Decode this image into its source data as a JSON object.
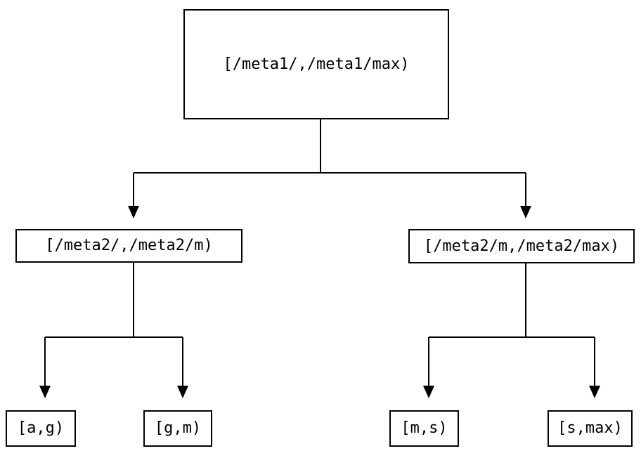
{
  "diagram": {
    "type": "tree",
    "description": "Binary partition tree of key ranges",
    "colors": {
      "background": "#ffffff",
      "line": "#000000",
      "text": "#000000"
    },
    "nodes": {
      "root": {
        "label": "[/meta1/,/meta1/max)"
      },
      "mid_left": {
        "label": "[/meta2/,/meta2/m)"
      },
      "mid_right": {
        "label": "[/meta2/m,/meta2/max)"
      },
      "leaf_ag": {
        "label": "[a,g)"
      },
      "leaf_gm": {
        "label": "[g,m)"
      },
      "leaf_ms": {
        "label": "[m,s)"
      },
      "leaf_smax": {
        "label": "[s,max)"
      }
    },
    "edges": [
      {
        "from": "root",
        "to": "mid_left"
      },
      {
        "from": "root",
        "to": "mid_right"
      },
      {
        "from": "mid_left",
        "to": "leaf_ag"
      },
      {
        "from": "mid_left",
        "to": "leaf_gm"
      },
      {
        "from": "mid_right",
        "to": "leaf_ms"
      },
      {
        "from": "mid_right",
        "to": "leaf_smax"
      }
    ]
  }
}
